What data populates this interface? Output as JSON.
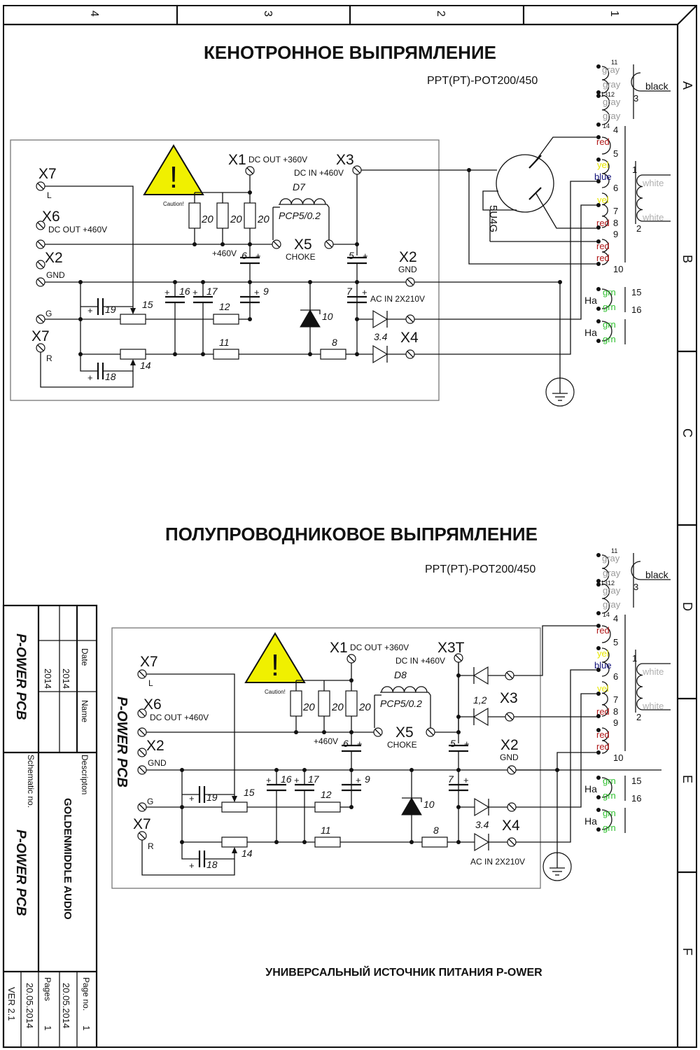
{
  "frame": {
    "columns": [
      "4",
      "3",
      "2",
      "1"
    ],
    "rows": [
      "A",
      "B",
      "C",
      "D",
      "E",
      "F"
    ]
  },
  "top": {
    "title": "КЕНОТРОННОЕ ВЫПРЯМЛЕНИЕ",
    "transformer_model": "PPT(PT)-POT200/450",
    "tube": "5U4G",
    "choke_ref": "D7",
    "x3_label": "X3"
  },
  "bottom": {
    "title": "ПОЛУПРОВОДНИКОВОЕ ВЫПРЯМЛЕНИЕ",
    "transformer_model": "PPT(PT)-POT200/450",
    "choke_ref": "D8",
    "x3_label": "X3T",
    "x3_ac_label": "X3",
    "diode_12": "1,2",
    "board_mark": "P-OWER PCB"
  },
  "circuit": {
    "x7": "X7",
    "l": "L",
    "x6": "X6",
    "dc_out_460": "DC OUT +460V",
    "x2": "X2",
    "gnd": "GND",
    "g": "G",
    "r": "R",
    "caution": "Caution!",
    "x1": "X1",
    "dc_out_360": "DC OUT +360V",
    "dc_in_460": "DC IN +460V",
    "choke_type": "PCP5/0.2",
    "r20": "20",
    "plus460": "+460V",
    "c6": "6",
    "plus": "+",
    "x5": "X5",
    "choke": "CHOKE",
    "c5": "5",
    "c16": "16",
    "c17": "17",
    "c9": "9",
    "c7": "7",
    "ac_in": "AC IN 2X210V",
    "c19": "19",
    "p15": "15",
    "r12": "12",
    "d10": "10",
    "d34": "3.4",
    "x4": "X4",
    "r11": "11",
    "r8": "8",
    "p14": "14",
    "c18": "18"
  },
  "transformer": {
    "pin11": "11",
    "pin1312": "1312",
    "pin14": "14",
    "pin3": "3",
    "pin4": "4",
    "pin5": "5",
    "pin1": "1",
    "pin6": "6",
    "pin7": "7",
    "pin8": "8",
    "pin2": "2",
    "pin9": "9",
    "pin10": "10",
    "pin15": "15",
    "pin16": "16",
    "gray": "gray",
    "black": "black",
    "red": "red",
    "yel": "yel",
    "blue": "blue",
    "white": "white",
    "grn": "grn",
    "ha": "Ha",
    "colors": {
      "gray": "#999999",
      "black": "#111111",
      "red": "#b01818",
      "yel": "#e8e800",
      "blue": "#10107a",
      "white": "#b0b0b0",
      "grn": "#30c030"
    }
  },
  "footer_title": "УНИВЕРСАЛЬНЫЙ ИСТОЧНИК ПИТАНИЯ P-OWER",
  "title_block": {
    "project": "P-OWER PCB",
    "date_label": "Date",
    "name_label": "Name",
    "year1": "2014",
    "year2": "2014",
    "description_label": "Descripton",
    "description": "GOLDENMIDDLE AUDIO",
    "schematic_label": "Schematic no.",
    "schematic_no": "P-OWER PCB",
    "page_label": "Page no.",
    "page_no": "1",
    "date1": "20.05.2014",
    "pages_label": "Pages",
    "pages": "1",
    "date2": "20.05.2014",
    "version": "VER 2.1"
  },
  "warning_color": "#f0f000"
}
